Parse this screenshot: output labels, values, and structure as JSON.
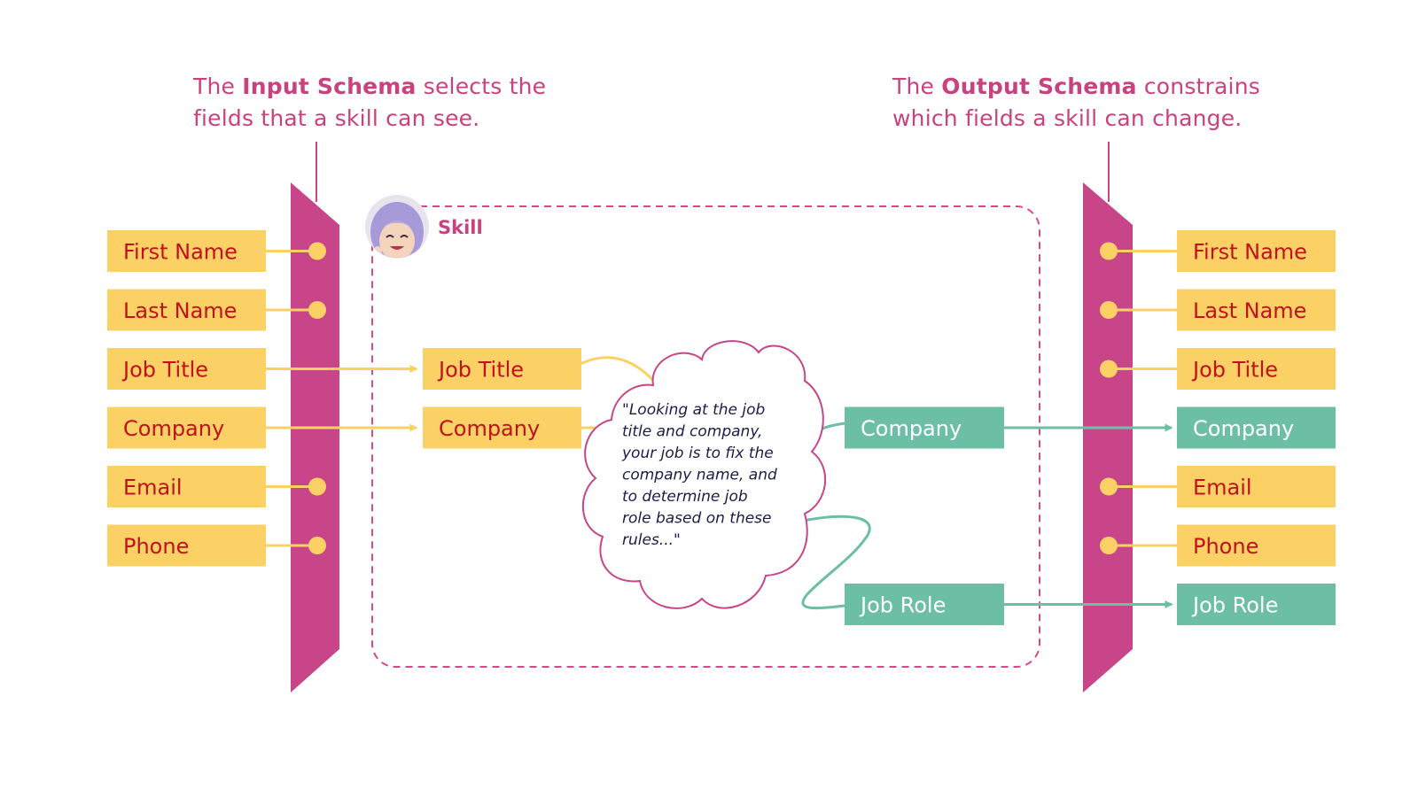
{
  "input_caption": {
    "prefix": "The ",
    "bold": "Input Schema",
    "suffix": " selects the",
    "line2": "fields that a skill can see."
  },
  "output_caption": {
    "prefix": "The ",
    "bold": "Output Schema",
    "suffix": " constrains",
    "line2": "which fields a skill can change."
  },
  "skill": {
    "label": "Skill",
    "avatar_icon": "smiling-avatar-icon"
  },
  "input_fields": [
    {
      "label": "First Name",
      "passes": false
    },
    {
      "label": "Last Name",
      "passes": false
    },
    {
      "label": "Job Title",
      "passes": true
    },
    {
      "label": "Company",
      "passes": true
    },
    {
      "label": "Email",
      "passes": false
    },
    {
      "label": "Phone",
      "passes": false
    }
  ],
  "skill_inputs": [
    "Job Title",
    "Company"
  ],
  "instruction_lines": [
    "\"Looking at the job",
    "title and company,",
    "your job is to fix the",
    "company name, and",
    "to determine job",
    "role based on these",
    "rules...\""
  ],
  "skill_outputs": [
    "Company",
    "Job Role"
  ],
  "output_fields": [
    {
      "label": "First Name",
      "changed": false
    },
    {
      "label": "Last Name",
      "changed": false
    },
    {
      "label": "Job Title",
      "changed": false
    },
    {
      "label": "Company",
      "changed": true
    },
    {
      "label": "Email",
      "changed": false
    },
    {
      "label": "Phone",
      "changed": false
    },
    {
      "label": "Job Role",
      "changed": true
    }
  ],
  "colors": {
    "field_fill": "#fbd165",
    "field_text": "#c0121c",
    "changed_fill": "#6cbfa4",
    "changed_text": "#ffffff",
    "schema_bar": "#c8458a",
    "accent": "#c9427f"
  }
}
